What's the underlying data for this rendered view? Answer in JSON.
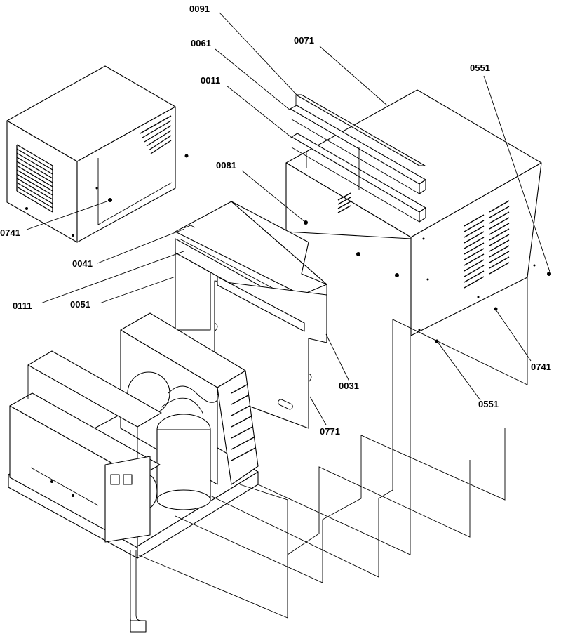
{
  "callouts": [
    {
      "id": "p0091",
      "text": "0091"
    },
    {
      "id": "p0061",
      "text": "0061"
    },
    {
      "id": "p0071",
      "text": "0071"
    },
    {
      "id": "p0011",
      "text": "0011"
    },
    {
      "id": "p0551a",
      "text": "0551"
    },
    {
      "id": "p0081",
      "text": "0081"
    },
    {
      "id": "p0741a",
      "text": "0741"
    },
    {
      "id": "p0041",
      "text": "0041"
    },
    {
      "id": "p0111",
      "text": "0111"
    },
    {
      "id": "p0051",
      "text": "0051"
    },
    {
      "id": "p0741b",
      "text": "0741"
    },
    {
      "id": "p0031",
      "text": "0031"
    },
    {
      "id": "p0551b",
      "text": "0551"
    },
    {
      "id": "p0771",
      "text": "0771"
    }
  ]
}
